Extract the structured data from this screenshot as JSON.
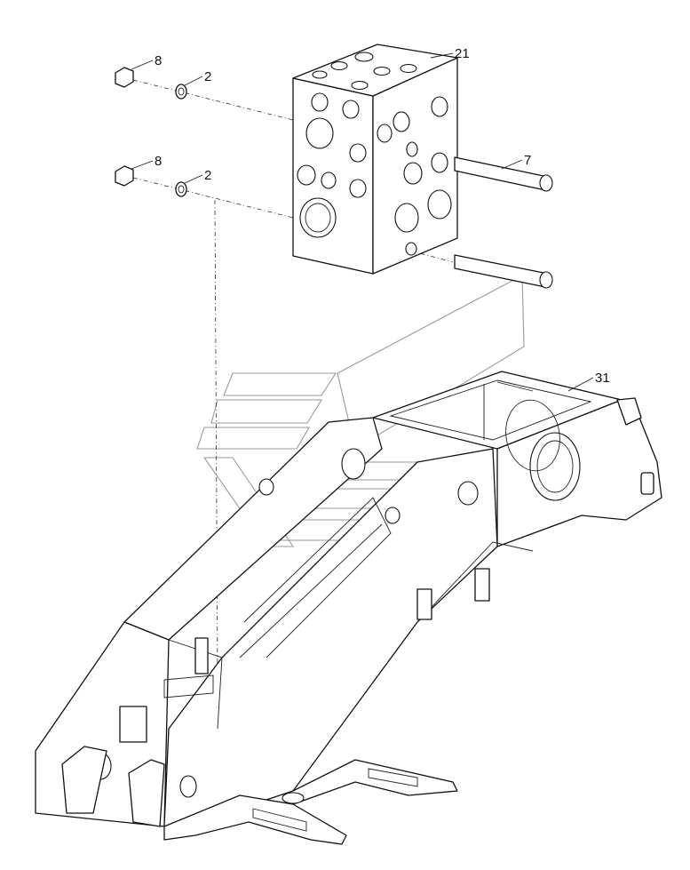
{
  "callouts": [
    {
      "id": "valve-block",
      "label": "21"
    },
    {
      "id": "frame",
      "label": "31"
    },
    {
      "id": "bolt",
      "label": "7"
    },
    {
      "id": "nut-upper",
      "label": "8"
    },
    {
      "id": "washer-upper",
      "label": "2"
    },
    {
      "id": "nut-lower",
      "label": "8"
    },
    {
      "id": "washer-lower",
      "label": "2"
    }
  ],
  "colors": {
    "line": "#111111",
    "watermark": "#9a9a9a",
    "background": "#ffffff"
  }
}
